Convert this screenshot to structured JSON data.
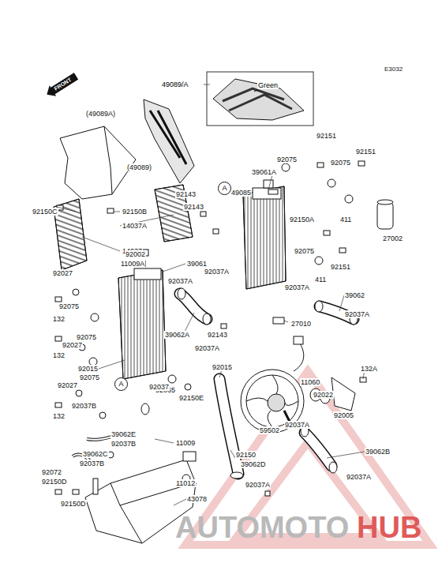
{
  "diagram": {
    "nodes": [
      {
        "text": [
          "49089/A",
          "Green"
        ]
      },
      {
        "text": [
          "FRONT"
        ]
      },
      {
        "text": [
          "A"
        ]
      },
      {
        "text": [
          "A"
        ]
      }
    ],
    "labels": [
      "E3032",
      "(49089A)",
      "(49089)",
      "92150C",
      "92150B",
      "14037A",
      "14037",
      "39061A",
      "92151",
      "92075",
      "92151",
      "92075",
      "49085",
      "92143",
      "92143",
      "92150A",
      "411",
      "27002",
      "92075",
      "92151",
      "92002",
      "11009A",
      "39061",
      "92037A",
      "92037A",
      "411",
      "92037A",
      "39062",
      "92037A",
      "92027",
      "92075",
      "132",
      "92075",
      "92027",
      "132",
      "39062A",
      "92143",
      "27010",
      "92037A",
      "92015",
      "92075",
      "92065",
      "92015",
      "132A",
      "92027",
      "132",
      "92150E",
      "92037B",
      "11060",
      "92022",
      "92005",
      "92037",
      "39062E",
      "92037B",
      "11009",
      "59502",
      "92037A",
      "39062C",
      "92037B",
      "92072",
      "92150D",
      "11012",
      "92150",
      "39062D",
      "39062B",
      "92037A",
      "92037A",
      "92150D",
      "43078",
      "AUTOMOTO",
      "HUB"
    ]
  }
}
